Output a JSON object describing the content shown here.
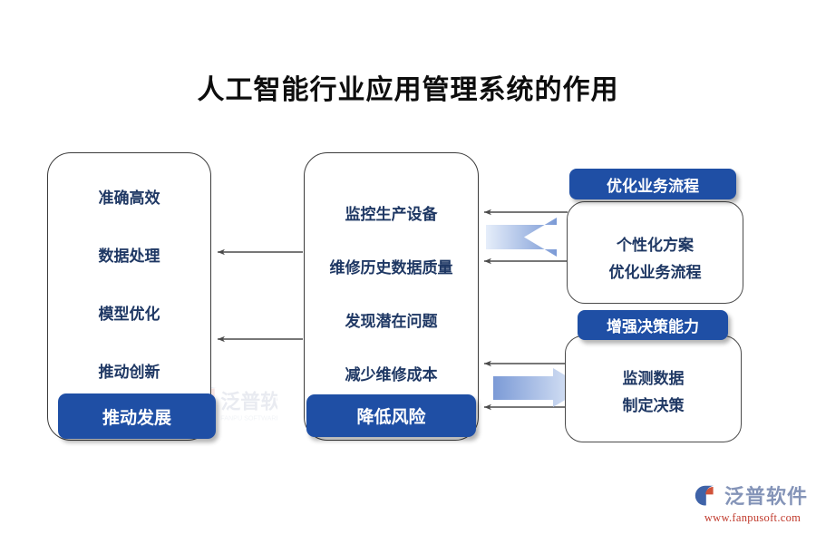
{
  "title": "人工智能行业应用管理系统的作用",
  "colors": {
    "accent_blue": "#1f4fa5",
    "text_navy": "#1f3864",
    "title_black": "#0d0d0d",
    "outline_gray": "#3b3b3b",
    "arrow_gradient_start": "#7b9ad6",
    "arrow_gradient_end": "#e3ebf7",
    "logo_blue_gray": "#8494b8",
    "logo_red": "#c0392b"
  },
  "left_panel": {
    "name": "outcomes-panel",
    "items": [
      {
        "label": "准确高效"
      },
      {
        "label": "数据处理"
      },
      {
        "label": "模型优化"
      },
      {
        "label": "推动创新"
      }
    ],
    "highlight": "推动发展"
  },
  "middle_panel": {
    "name": "capabilities-panel",
    "items": [
      {
        "label": "监控生产设备"
      },
      {
        "label": "维修历史数据质量"
      },
      {
        "label": "发现潜在问题"
      },
      {
        "label": "减少维修成本"
      }
    ],
    "highlight": "降低风险"
  },
  "right_cards": [
    {
      "header": "优化业务流程",
      "lines": [
        "个性化方案",
        "优化业务流程"
      ]
    },
    {
      "header": "增强决策能力",
      "lines": [
        "监测数据",
        "制定决策"
      ]
    }
  ],
  "arrows": {
    "thin": [
      {
        "from": "middle_panel",
        "to": "left_panel",
        "direction": "left"
      },
      {
        "from": "middle_panel",
        "to": "left_panel",
        "direction": "left"
      },
      {
        "from": "card_1",
        "to": "middle_panel",
        "direction": "left"
      },
      {
        "from": "card_1",
        "to": "middle_panel",
        "direction": "left"
      },
      {
        "from": "card_2",
        "to": "middle_panel",
        "direction": "left"
      },
      {
        "from": "card_2",
        "to": "middle_panel",
        "direction": "left"
      }
    ],
    "block": [
      {
        "direction": "left",
        "near": "优化业务流程"
      },
      {
        "direction": "right",
        "near": "增强决策能力"
      }
    ]
  },
  "logo": {
    "company": "泛普软件",
    "url": "www.fanpusoft.com"
  }
}
